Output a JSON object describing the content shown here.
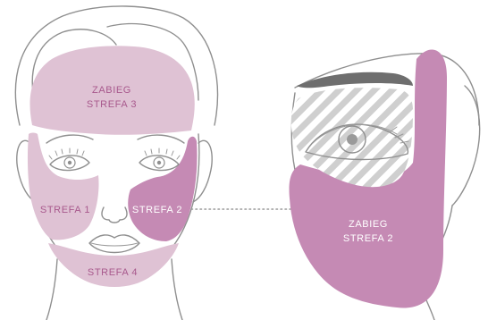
{
  "colors": {
    "zone_light": "#dfc2d4",
    "zone_medium": "#c58ab4",
    "zone_dark": "#b96fa3",
    "label_on_light": "#a8598d",
    "label_on_dark": "#ffffff",
    "outline": "#8f8f8f",
    "brow": "#6e6e6e",
    "hatch": "#cfcfcf"
  },
  "front_face": {
    "zone_forehead": {
      "line1": "ZABIEG",
      "line2": "STREFA 3"
    },
    "zone_right_cheek": {
      "label": "STREFA 1"
    },
    "zone_left_cheek": {
      "label": "STREFA 2"
    },
    "zone_chin": {
      "label": "STREFA 4"
    }
  },
  "side_view": {
    "highlight": {
      "line1": "ZABIEG",
      "line2": "STREFA 2"
    }
  }
}
